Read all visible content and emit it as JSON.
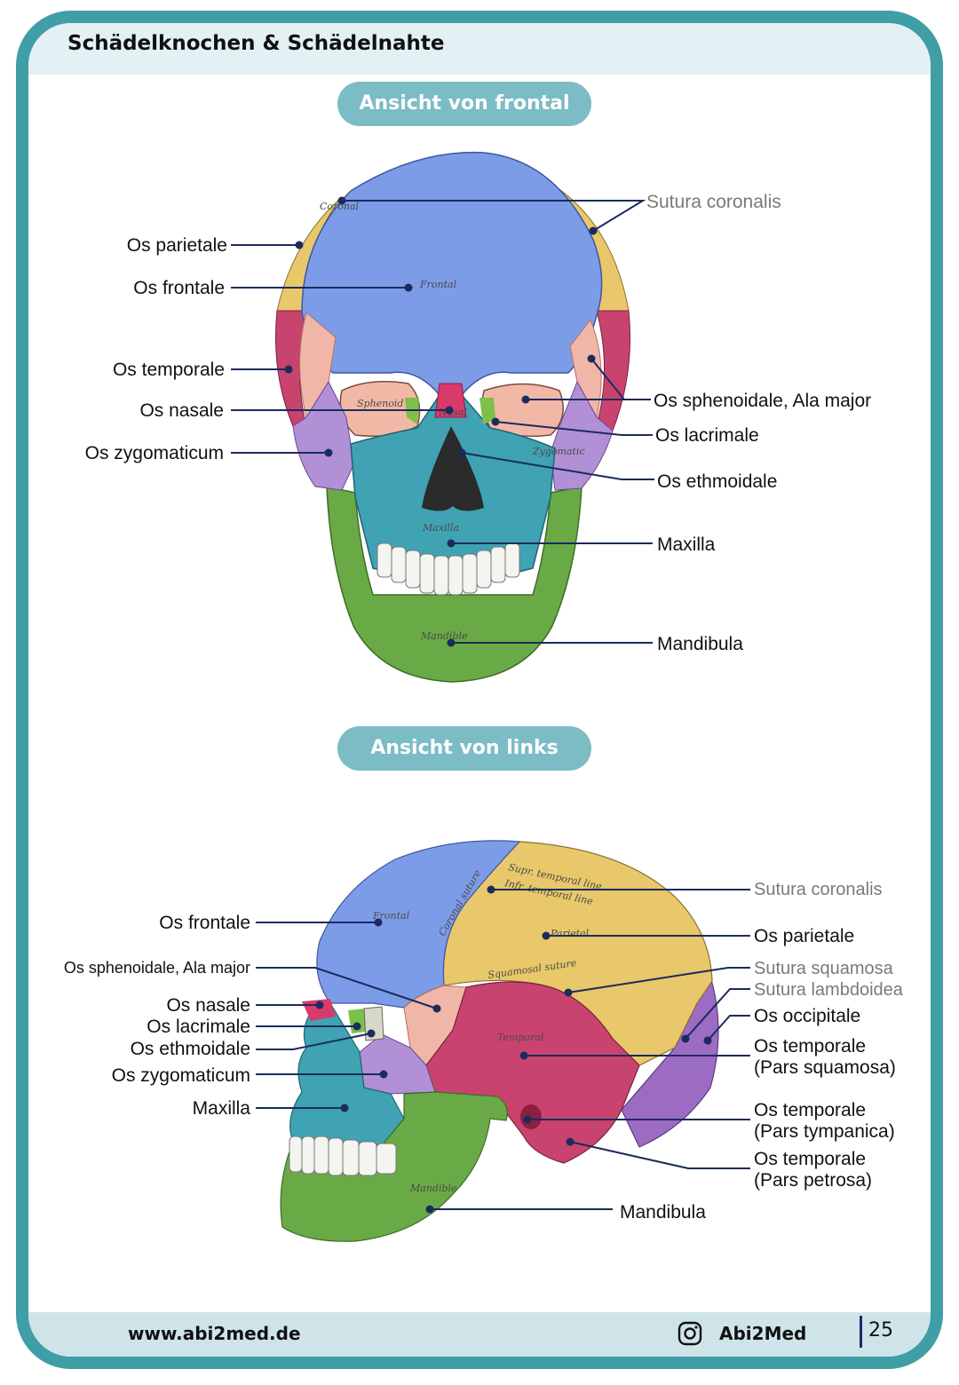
{
  "header": {
    "title": "Schädelknochen & Schädelnahte"
  },
  "sections": {
    "frontal": {
      "title": "Ansicht von frontal"
    },
    "left": {
      "title": "Ansicht von links"
    }
  },
  "frontal_labels": {
    "sutura_coronalis": "Sutura coronalis",
    "os_parietale": "Os parietale",
    "os_frontale": "Os frontale",
    "os_temporale": "Os temporale",
    "os_nasale": "Os nasale",
    "os_zygomaticum": "Os zygomaticum",
    "os_sphenoidale": "Os sphenoidale, Ala major",
    "os_lacrimale": "Os lacrimale",
    "os_ethmoidale": "Os ethmoidale",
    "maxilla": "Maxilla",
    "mandibula": "Mandibula"
  },
  "frontal_bone_texts": {
    "frontal": "Frontal",
    "maxilla": "Maxilla",
    "mandible": "Mandible",
    "zygomatic": "Zygomatic",
    "coronal": "Coronal",
    "sphenoid": "Sphenoid",
    "nasal": "Nasal"
  },
  "left_labels": {
    "os_frontale": "Os frontale",
    "os_sphenoidale": "Os sphenoidale, Ala major",
    "os_nasale": "Os nasale",
    "os_lacrimale": "Os lacrimale",
    "os_ethmoidale": "Os ethmoidale",
    "os_zygomaticum": "Os zygomaticum",
    "maxilla": "Maxilla",
    "mandibula": "Mandibula",
    "sutura_coronalis": "Sutura coronalis",
    "os_parietale": "Os parietale",
    "sutura_squamosa": "Sutura squamosa",
    "sutura_lambdoidea": "Sutura lambdoidea",
    "os_occipitale": "Os occipitale",
    "os_temporale_squamosa_1": "Os temporale",
    "os_temporale_squamosa_2": "(Pars squamosa)",
    "os_temporale_tympanica_1": "Os temporale",
    "os_temporale_tympanica_2": "(Pars tympanica)",
    "os_temporale_petrosa_1": "Os temporale",
    "os_temporale_petrosa_2": "(Pars petrosa)"
  },
  "left_bone_texts": {
    "frontal": "Frontal",
    "parietal": "Parietal",
    "temporal": "Temporal",
    "mandible": "Mandible",
    "coronal_suture": "Coronal suture",
    "squamosal_suture": "Squamosal suture",
    "sup_temporal_line": "Supr. temporal line",
    "infr_temporal_line": "Infr. temporal line"
  },
  "footer": {
    "url": "www.abi2med.de",
    "brand": "Abi2Med",
    "page": "25"
  },
  "colors": {
    "frame": "#3f9ea6",
    "pill": "#7bbcc5",
    "frontal": "#7d9ce8",
    "parietal": "#e8c86a",
    "temporal": "#c9436f",
    "sphenoid": "#f0b6a8",
    "zygomatic": "#b190d6",
    "maxilla": "#3fa3b3",
    "mandible": "#6aaa46",
    "nasal": "#d83a6a",
    "lacrimal": "#7cc04a",
    "occipital": "#9c6bc4",
    "leader": "#1b2b5e"
  }
}
